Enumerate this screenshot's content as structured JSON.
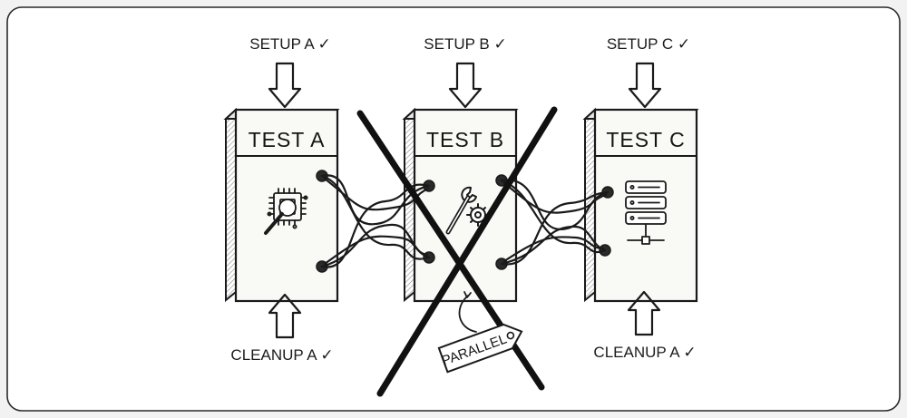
{
  "tests": [
    {
      "title": "TEST A",
      "setup": "SETUP A ✓",
      "cleanup": "CLEANUP A ✓",
      "icon": "chip-magnifier-icon"
    },
    {
      "title": "TEST B",
      "setup": "SETUP B ✓",
      "icon": "wrench-gear-icon",
      "crossed_out": true
    },
    {
      "title": "TEST C",
      "setup": "SETUP C ✓",
      "cleanup": "CLEANUP A ✓",
      "icon": "server-stack-icon"
    }
  ],
  "tag": {
    "label": "PARALLEL"
  },
  "colors": {
    "ink": "#1a1a1a",
    "panel": "#ffffff",
    "box_face": "#f7f7f4",
    "box_side": "#e2e2de"
  }
}
